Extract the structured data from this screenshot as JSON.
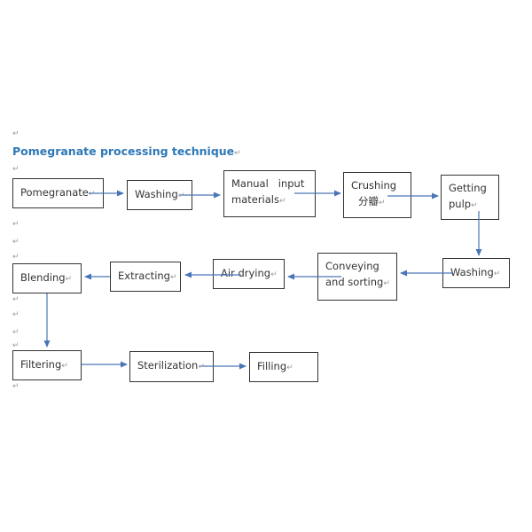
{
  "document": {
    "title": "Pomegranate processing technique",
    "paragraph_mark": "↵",
    "accent_color": "#2e78b7",
    "arrow_color": "#4a76b8"
  },
  "flow": {
    "steps": [
      {
        "id": "pomegranate",
        "label": "Pomegranate"
      },
      {
        "id": "washing-1",
        "label": "Washing"
      },
      {
        "id": "manual-input",
        "label_line1": "Manual   input",
        "label_line2": "materials"
      },
      {
        "id": "crushing",
        "label_line1": "Crushing",
        "label_line2": "分瓣"
      },
      {
        "id": "getting-pulp",
        "label_line1": "Getting",
        "label_line2": "pulp"
      },
      {
        "id": "washing-2",
        "label": "Washing"
      },
      {
        "id": "conveying",
        "label_line1": "Conveying",
        "label_line2": "and sorting"
      },
      {
        "id": "air-drying",
        "label": "Air drying"
      },
      {
        "id": "extracting",
        "label": "Extracting"
      },
      {
        "id": "blending",
        "label": "Blending"
      },
      {
        "id": "filtering",
        "label": "Filtering"
      },
      {
        "id": "sterilization",
        "label": "Sterilization"
      },
      {
        "id": "filling",
        "label": "Filling"
      }
    ]
  }
}
